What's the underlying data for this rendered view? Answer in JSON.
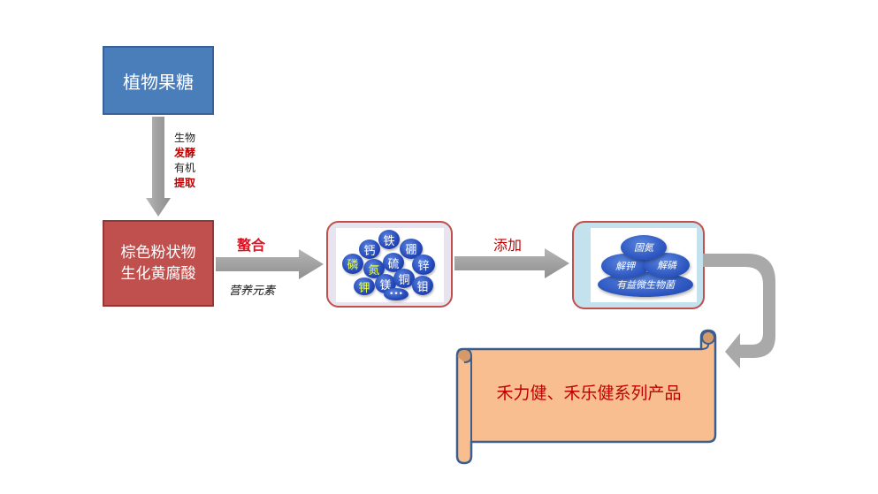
{
  "nodes": {
    "plant_sugar": {
      "label": "植物果糖",
      "color": "#4a7ebb"
    },
    "humic_acid": {
      "line1": "棕色粉状物",
      "line2": "生化黄腐酸",
      "color": "#c0504d"
    },
    "scroll_product": {
      "label": "禾力健、禾乐健系列产品",
      "color": "#f9be8f"
    }
  },
  "process_labels": {
    "down_arrow": [
      {
        "text": "生物",
        "style": "normal"
      },
      {
        "text": "发酵",
        "style": "red"
      },
      {
        "text": "有机",
        "style": "normal"
      },
      {
        "text": "提取",
        "style": "red"
      }
    ],
    "chelation": "螯合",
    "nutrient_elements": "营养元素",
    "add": "添加"
  },
  "elements": [
    {
      "label": "铁",
      "highlight": false
    },
    {
      "label": "钙",
      "highlight": false
    },
    {
      "label": "硼",
      "highlight": false
    },
    {
      "label": "磷",
      "highlight": true
    },
    {
      "label": "氮",
      "highlight": true
    },
    {
      "label": "硫",
      "highlight": false
    },
    {
      "label": "锌",
      "highlight": false
    },
    {
      "label": "钾",
      "highlight": true
    },
    {
      "label": "镁",
      "highlight": false
    },
    {
      "label": "铜",
      "highlight": false
    },
    {
      "label": "钼",
      "highlight": false
    },
    {
      "label": "•••",
      "highlight": false
    }
  ],
  "microbes": [
    {
      "label": "固氮"
    },
    {
      "label": "解钾"
    },
    {
      "label": "解磷"
    },
    {
      "label": "有益微生物菌"
    }
  ],
  "colors": {
    "arrow_gray": "#a6a6a6",
    "label_red": "#e01020",
    "panel_border": "#c0504d",
    "bubble_blue": "#2448b8",
    "scroll_border": "#3a5f8f"
  }
}
